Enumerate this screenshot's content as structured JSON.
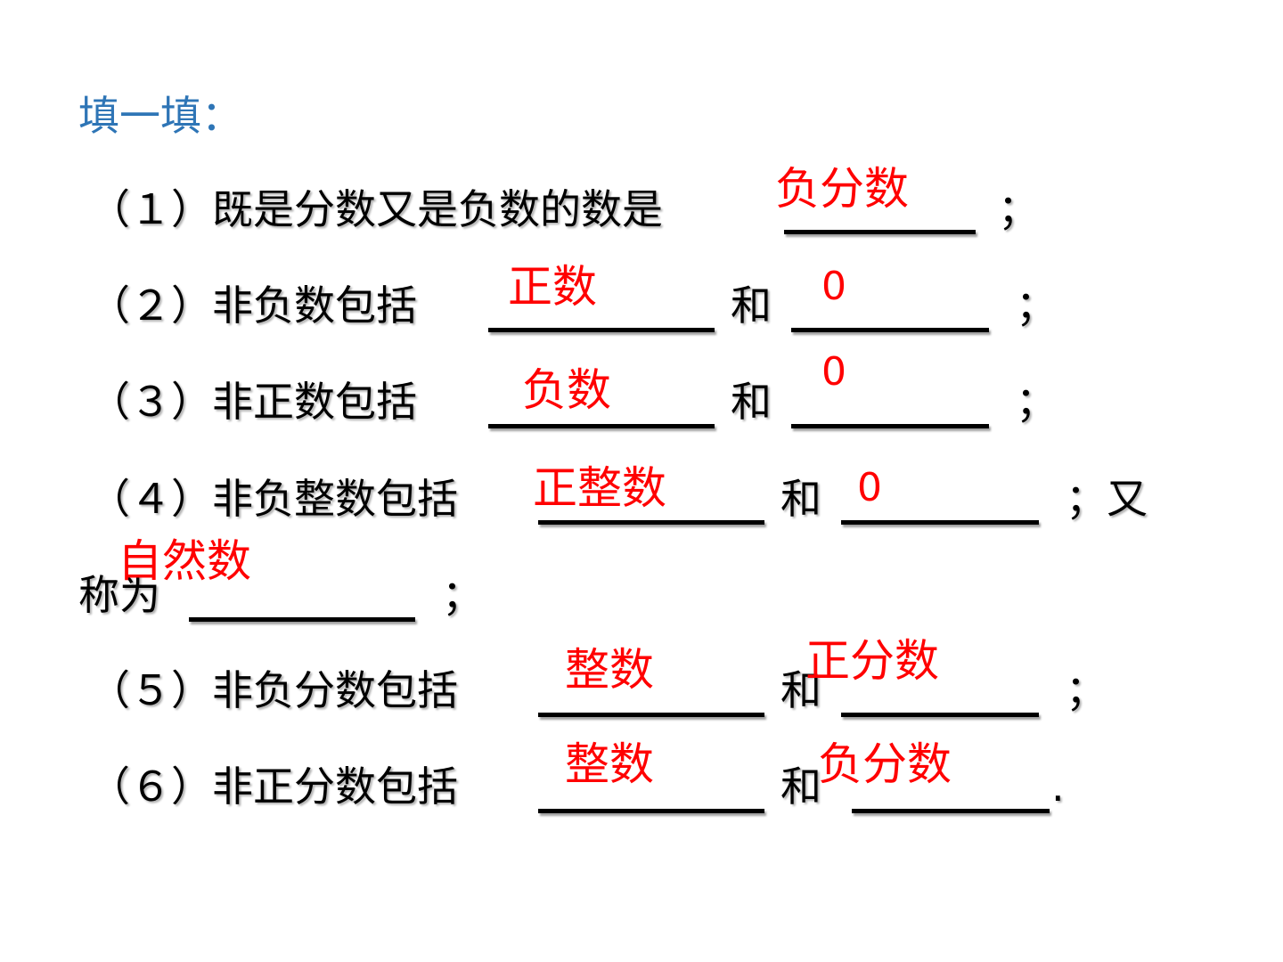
{
  "title": "填一填：",
  "lines": {
    "q1": {
      "text": "（１）既是分数又是负数的数是",
      "end": "；"
    },
    "q2": {
      "text": "（２）非负数包括",
      "mid": "和",
      "end": "；"
    },
    "q3": {
      "text": "（３）非正数包括",
      "mid": "和",
      "end": "；"
    },
    "q4": {
      "text": "（４）非负整数包括",
      "mid": "和",
      "end": "；又"
    },
    "q4b": {
      "text": "称为",
      "end": "；"
    },
    "q5": {
      "text": "（５）非负分数包括",
      "mid": "和",
      "end": "；"
    },
    "q6": {
      "text": "（６）非正分数包括",
      "mid": "和",
      "end": "."
    }
  },
  "answers": {
    "a1": "负分数",
    "a2a": "正数",
    "a2b": "0",
    "a3a": "负数",
    "a3b": "0",
    "a4a": "正整数",
    "a4b": "0",
    "a4c": "自然数",
    "a5a": "整数",
    "a5b": "正分数",
    "a6a": "整数",
    "a6b": "负分数"
  }
}
